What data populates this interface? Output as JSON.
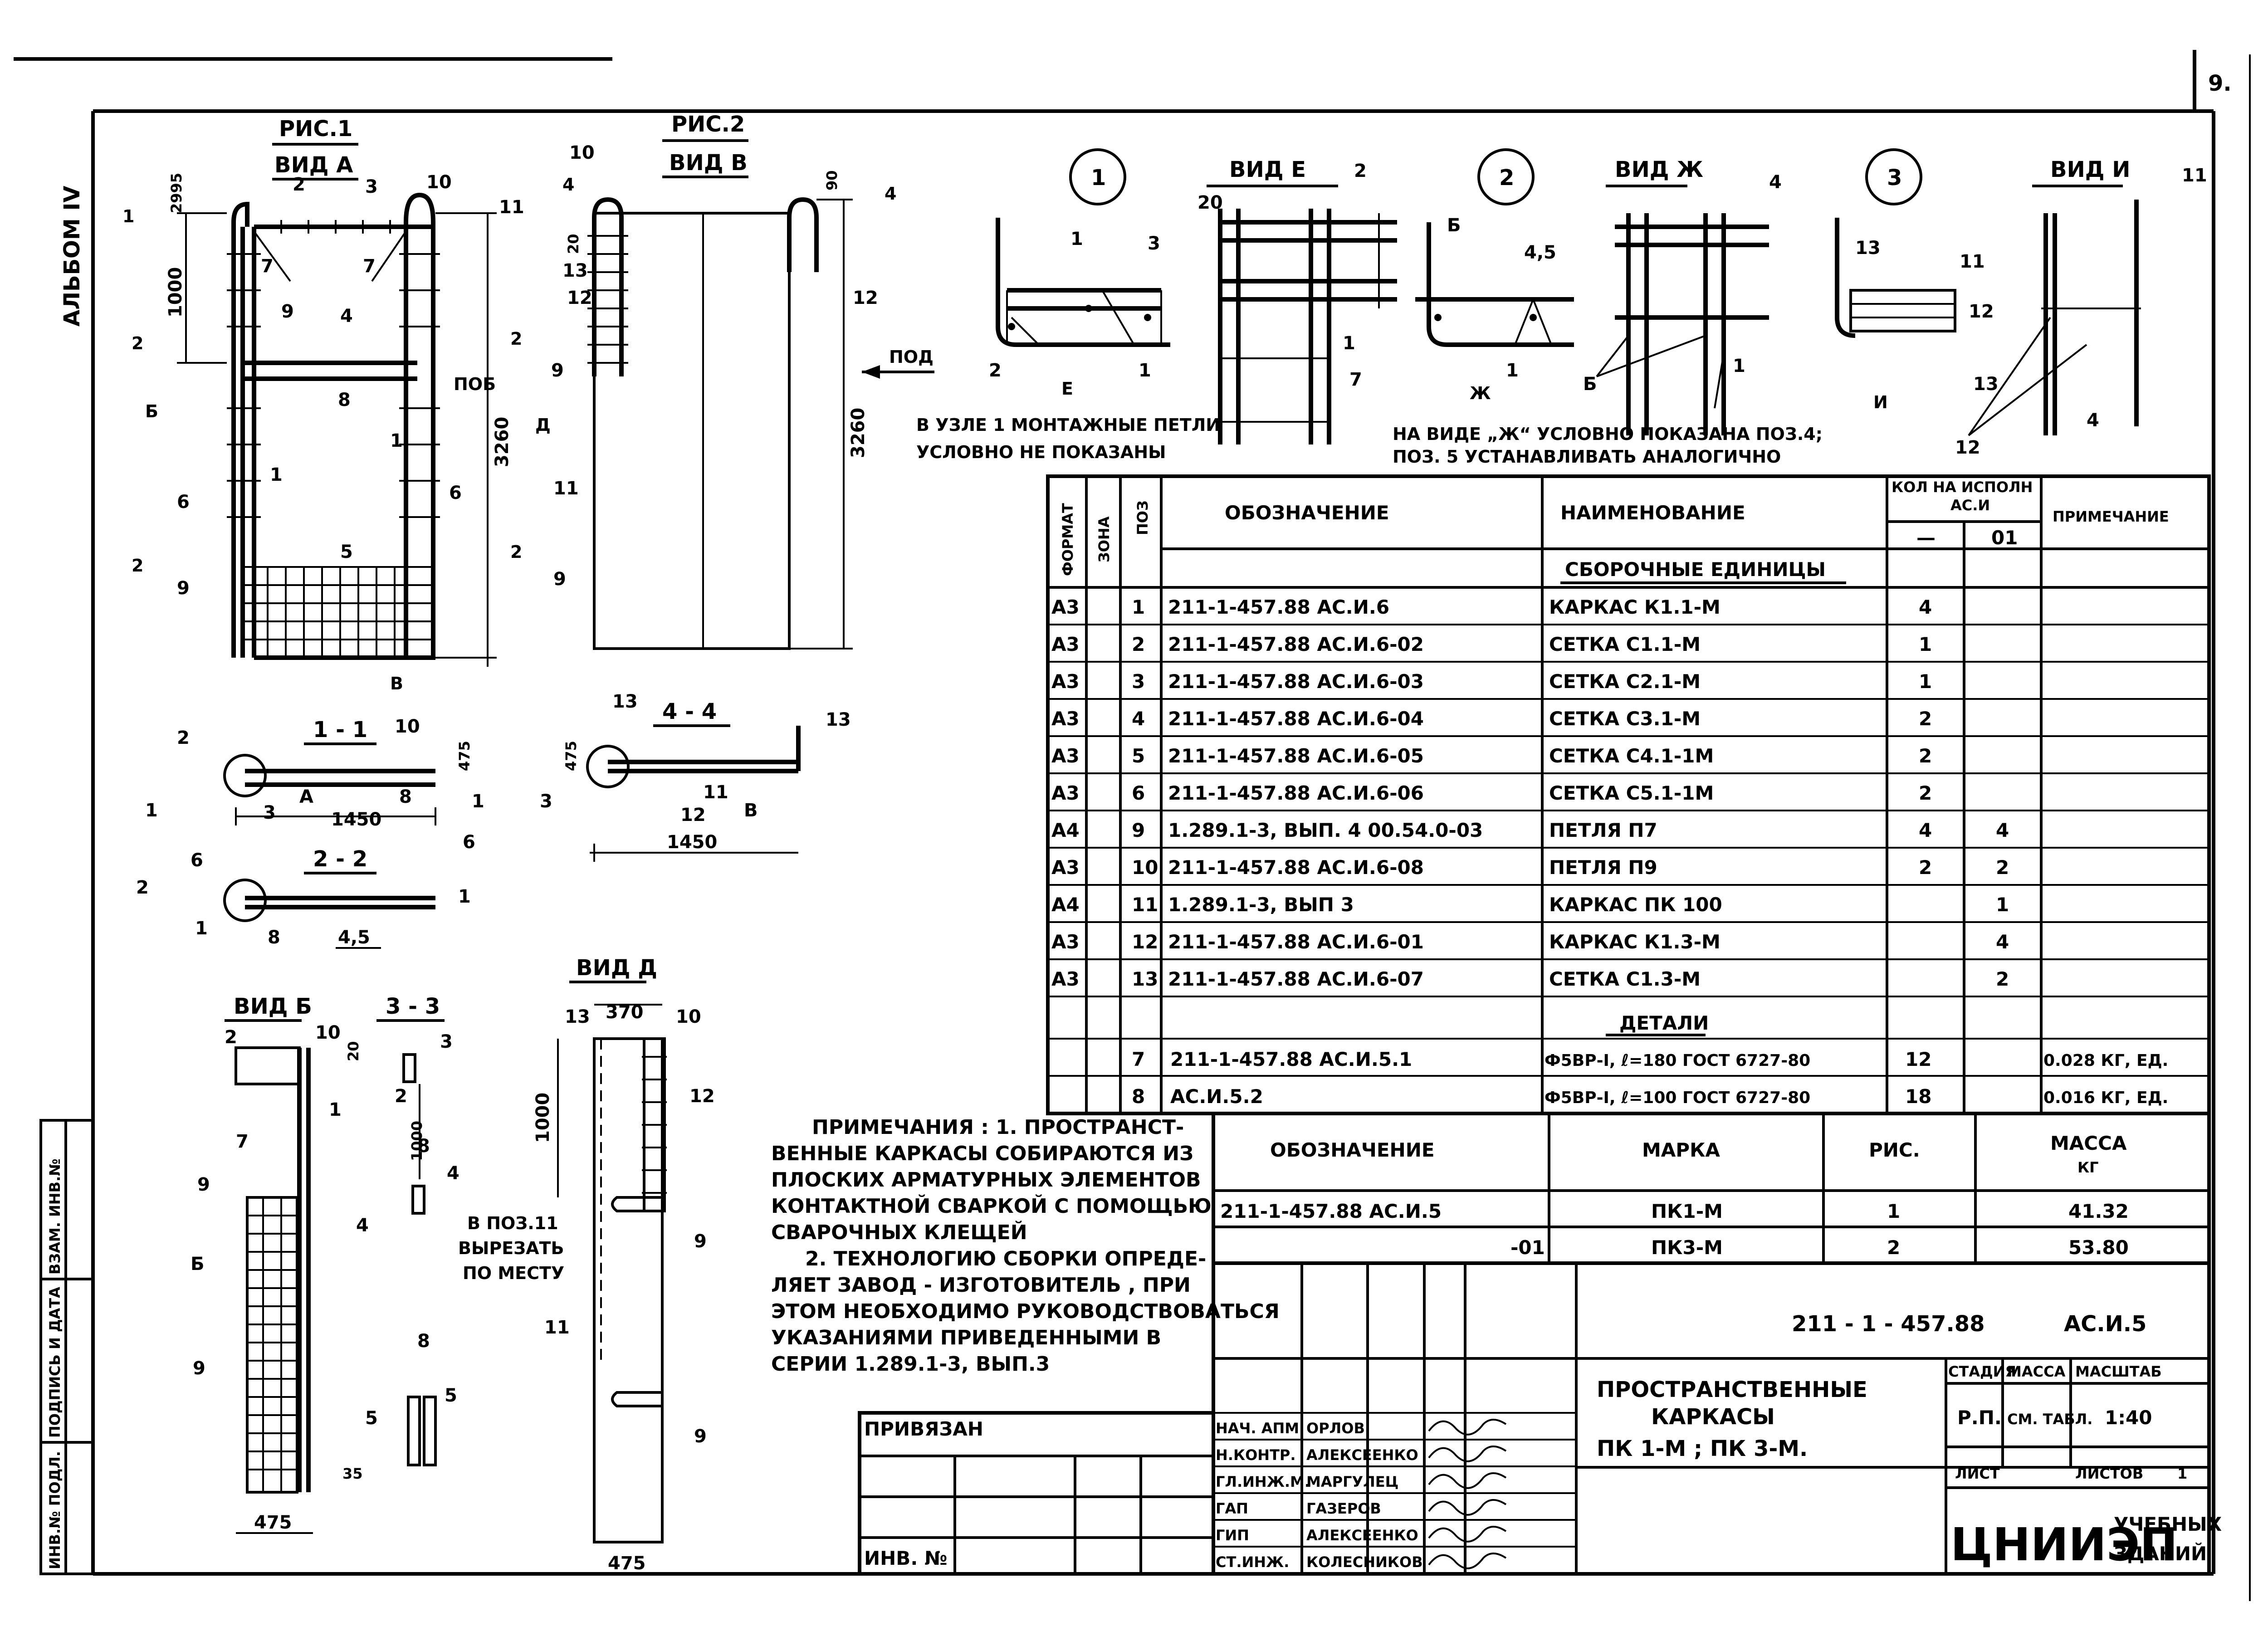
{
  "sheet": {
    "page_number": "9.",
    "album": "АЛЬБОМ IV"
  },
  "views": {
    "fig1": "РИС.1",
    "fig1_view": "ВИД А",
    "fig2": "РИС.2",
    "fig2_view": "ВИД В",
    "view_b": "ВИД Б",
    "view_d": "ВИД Д",
    "view_e": "ВИД Е",
    "view_zh": "ВИД Ж",
    "view_i": "ВИД И",
    "sec_1_1": "1 - 1",
    "sec_2_2": "2 - 2",
    "sec_3_3": "3 - 3",
    "sec_4_4": "4 - 4",
    "pod": "ПОД",
    "pob": "ПОБ",
    "node1": "1",
    "node2": "2",
    "node3": "3"
  },
  "dims": {
    "d1000": "1000",
    "d3260": "3260",
    "d1450": "1450",
    "d475": "475",
    "d370": "370",
    "d45": "4,5",
    "d20": "20",
    "d90": "90",
    "d35": "35",
    "d2995": "2995"
  },
  "callouts": {
    "node1_note_1": "В УЗЛЕ 1 МОНТАЖНЫЕ ПЕТЛИ",
    "node1_note_2": "УСЛОВНО НЕ ПОКАЗАНЫ",
    "zh_note_1": "НА ВИДЕ „Ж“ УСЛОВНО ПОКАЗАНА ПОЗ.4;",
    "zh_note_2": "ПОЗ. 5 УСТАНАВЛИВАТЬ АНАЛОГИЧНО",
    "cut_1": "В ПОЗ.11",
    "cut_2": "ВЫРЕЗАТЬ",
    "cut_3": "ПО МЕСТУ"
  },
  "spec_table": {
    "headers": {
      "format": "ФОРМАТ",
      "zone": "ЗОНА",
      "pos": "ПОЗ",
      "designation": "ОБОЗНАЧЕНИЕ",
      "name": "НАИМЕНОВАНИЕ",
      "qty_1": "КОЛ НА ИСПОЛН",
      "qty_2": "АС.И",
      "qty_dash": "—",
      "qty_01": "01",
      "note": "ПРИМЕЧАНИЕ"
    },
    "section_assembly": "СБОРОЧНЫЕ ЕДИНИЦЫ",
    "section_details": "ДЕТАЛИ",
    "rows": [
      {
        "format": "А3",
        "pos": "1",
        "designation": "211-1-457.88  АС.И.6",
        "name": "КАРКАС  К1.1-М",
        "q1": "4",
        "q2": "",
        "note": ""
      },
      {
        "format": "А3",
        "pos": "2",
        "designation": "211-1-457.88  АС.И.6-02",
        "name": "СЕТКА  С1.1-М",
        "q1": "1",
        "q2": "",
        "note": ""
      },
      {
        "format": "А3",
        "pos": "3",
        "designation": "211-1-457.88  АС.И.6-03",
        "name": "СЕТКА  С2.1-М",
        "q1": "1",
        "q2": "",
        "note": ""
      },
      {
        "format": "А3",
        "pos": "4",
        "designation": "211-1-457.88  АС.И.6-04",
        "name": "СЕТКА  С3.1-М",
        "q1": "2",
        "q2": "",
        "note": ""
      },
      {
        "format": "А3",
        "pos": "5",
        "designation": "211-1-457.88  АС.И.6-05",
        "name": "СЕТКА  С4.1-1М",
        "q1": "2",
        "q2": "",
        "note": ""
      },
      {
        "format": "А3",
        "pos": "6",
        "designation": "211-1-457.88  АС.И.6-06",
        "name": "СЕТКА  С5.1-1М",
        "q1": "2",
        "q2": "",
        "note": ""
      },
      {
        "format": "А4",
        "pos": "9",
        "designation": "1.289.1-3, ВЫП. 4  00.54.0-03",
        "name": "ПЕТЛЯ  П7",
        "q1": "4",
        "q2": "4",
        "note": ""
      },
      {
        "format": "А3",
        "pos": "10",
        "designation": "211-1-457.88  АС.И.6-08",
        "name": "ПЕТЛЯ  П9",
        "q1": "2",
        "q2": "2",
        "note": ""
      },
      {
        "format": "А4",
        "pos": "11",
        "designation": "1.289.1-3, ВЫП 3",
        "name": "КАРКАС  ПК 100",
        "q1": "",
        "q2": "1",
        "note": ""
      },
      {
        "format": "А3",
        "pos": "12",
        "designation": "211-1-457.88  АС.И.6-01",
        "name": "КАРКАС  К1.3-М",
        "q1": "",
        "q2": "4",
        "note": ""
      },
      {
        "format": "А3",
        "pos": "13",
        "designation": "211-1-457.88  АС.И.6-07",
        "name": "СЕТКА  С1.3-М",
        "q1": "",
        "q2": "2",
        "note": ""
      }
    ],
    "details": [
      {
        "format": "",
        "pos": "7",
        "designation": "211-1-457.88  АС.И.5.1",
        "name": "Ф5ВР-I, ℓ=180 ГОСТ 6727-80",
        "q1": "12",
        "q2": "",
        "note": "0.028 КГ, ЕД."
      },
      {
        "format": "",
        "pos": "8",
        "designation": "АС.И.5.2",
        "name": "Ф5ВР-I, ℓ=100 ГОСТ 6727-80",
        "q1": "18",
        "q2": "",
        "note": "0.016 КГ, ЕД."
      }
    ]
  },
  "mass_table": {
    "headers": {
      "designation": "ОБОЗНАЧЕНИЕ",
      "mark": "МАРКА",
      "fig": "РИС.",
      "mass": "МАССА",
      "unit": "КГ"
    },
    "rows": [
      {
        "designation": "211-1-457.88  АС.И.5",
        "mark": "ПК1-М",
        "fig": "1",
        "mass": "41.32"
      },
      {
        "designation": "-01",
        "mark": "ПК3-М",
        "fig": "2",
        "mass": "53.80"
      }
    ]
  },
  "notes": {
    "lines": [
      "ПРИМЕЧАНИЯ : 1. ПРОСТРАНСТ-",
      "ВЕННЫЕ КАРКАСЫ СОБИРАЮТСЯ ИЗ",
      "ПЛОСКИХ АРМАТУРНЫХ ЭЛЕМЕНТОВ",
      "КОНТАКТНОЙ СВАРКОЙ С ПОМОЩЬЮ",
      "СВАРОЧНЫХ КЛЕЩЕЙ",
      "2. ТЕХНОЛОГИЮ СБОРКИ ОПРЕДЕ-",
      "ЛЯЕТ ЗАВОД - ИЗГОТОВИТЕЛЬ , ПРИ",
      "ЭТОМ НЕОБХОДИМО РУКОВОДСТВОВАТЬСЯ",
      "УКАЗАНИЯМИ ПРИВЕДЕННЫМИ В",
      "СЕРИИ 1.289.1-3, ВЫП.3"
    ]
  },
  "title_block": {
    "code": "211 - 1 - 457.88",
    "doc": "АС.И.5",
    "title_1": "ПРОСТРАНСТВЕННЫЕ",
    "title_2": "КАРКАСЫ",
    "title_3": "ПК 1-М ; ПК 3-М.",
    "stage_h": "СТАДИЯ",
    "mass_h": "МАССА",
    "scale_h": "МАСШТАБ",
    "stage": "Р.П.",
    "mass": "СМ. ТАБЛ.",
    "scale": "1:40",
    "sheet_h": "ЛИСТ",
    "sheets_h": "ЛИСТОВ",
    "sheets": "1",
    "org_1": "ЦНИИЭП",
    "org_2": "УЧЕБНЫХ",
    "org_3": "ЗДАНИЙ",
    "privyazan": "ПРИВЯЗАН",
    "inv": "ИНВ. №",
    "staff": [
      {
        "role": "НАЧ. АПМ",
        "name": "ОРЛОВ"
      },
      {
        "role": "Н.КОНТР.",
        "name": "АЛЕКСЕЕНКО"
      },
      {
        "role": "ГЛ.ИНЖ.М.",
        "name": "МАРГУЛЕЦ"
      },
      {
        "role": "ГАП",
        "name": "ГАЗЕРОВ"
      },
      {
        "role": "ГИП",
        "name": "АЛЕКСЕЕНКО"
      },
      {
        "role": "СТ.ИНЖ.",
        "name": "КОЛЕСНИКОВ"
      }
    ]
  },
  "side_stamp": {
    "inv_podl": "ИНВ.№ ПОДЛ.",
    "podpis": "ПОДПИСЬ И ДАТА",
    "vzam": "ВЗАМ. ИНВ.№"
  }
}
